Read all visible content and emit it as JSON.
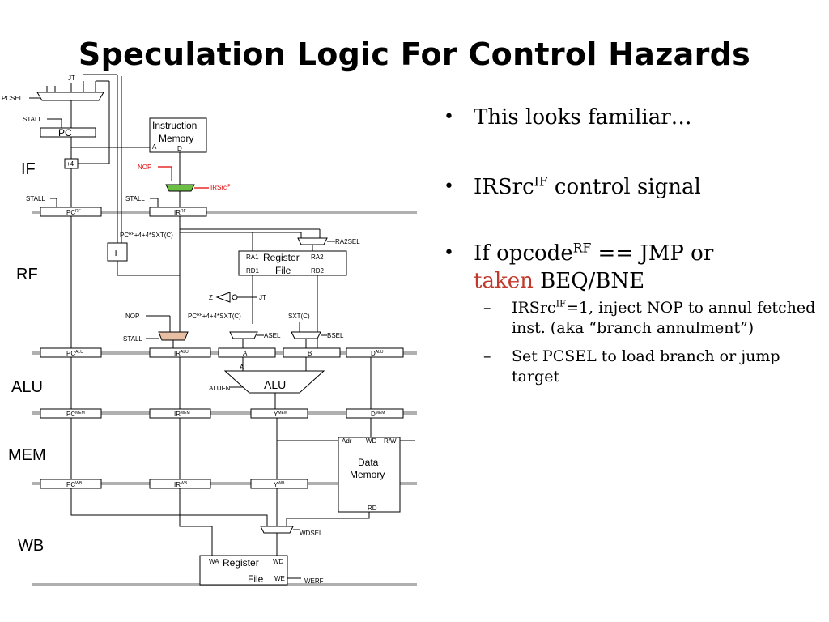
{
  "title": "Speculation Logic For Control Hazards",
  "bullets": {
    "b1": "This looks familiar…",
    "b2_pre": "IRSrc",
    "b2_sup": "IF",
    "b2_post": " control signal",
    "b3_pre": "If opcode",
    "b3_sup": "RF",
    "b3_mid": " == JMP or",
    "b3_taken": "taken",
    "b3_post": " BEQ/BNE",
    "sub1_pre": "IRSrc",
    "sub1_sup": "IF",
    "sub1_post": "=1, inject NOP to annul fetched inst. (aka “branch annulment”)",
    "sub2": "Set PCSEL to load branch or jump target",
    "bullet_char": "•",
    "dash_char": "–"
  },
  "diagram": {
    "stages": {
      "if": "IF",
      "rf": "RF",
      "alu": "ALU",
      "mem": "MEM",
      "wb": "WB"
    },
    "labels": {
      "jt": "JT",
      "pcsel": "PCSEL",
      "stall": "STALL",
      "pc": "PC",
      "plus4": "+4",
      "imem1": "Instruction",
      "imem2": "Memory",
      "a": "A",
      "d": "D",
      "nop": "NOP",
      "irsrc": "IRSrc",
      "irsrc_sup": "IF",
      "ir": "IR",
      "sup_rf": "RF",
      "sup_alu": "ALU",
      "sup_mem": "MEM",
      "sup_wb": "WB",
      "branch_target": "+4+4*SXT(C)",
      "plus": "+",
      "ra1": "RA1",
      "ra2": "RA2",
      "rd1": "RD1",
      "rd2": "RD2",
      "regfile1": "Register",
      "regfile2": "File",
      "ra2sel": "RA2SEL",
      "z": "Z",
      "sxtc": "SXT(C)",
      "asel": "ASEL",
      "bsel": "BSEL",
      "b": "B",
      "dreg": "D",
      "alufn": "ALUFN",
      "alu": "ALU",
      "y": "Y",
      "adr": "Adr",
      "wd": "WD",
      "rw": "R/W",
      "dmem1": "Data",
      "dmem2": "Memory",
      "rd": "RD",
      "wdsel": "WDSEL",
      "wa": "WA",
      "we": "WE",
      "werf": "WERF"
    },
    "colors": {
      "irsrc_mux": "#6bbf45",
      "stall_mux": "#e9bfa3",
      "nop_red": "#e00000",
      "taken": "#c0392b"
    }
  }
}
